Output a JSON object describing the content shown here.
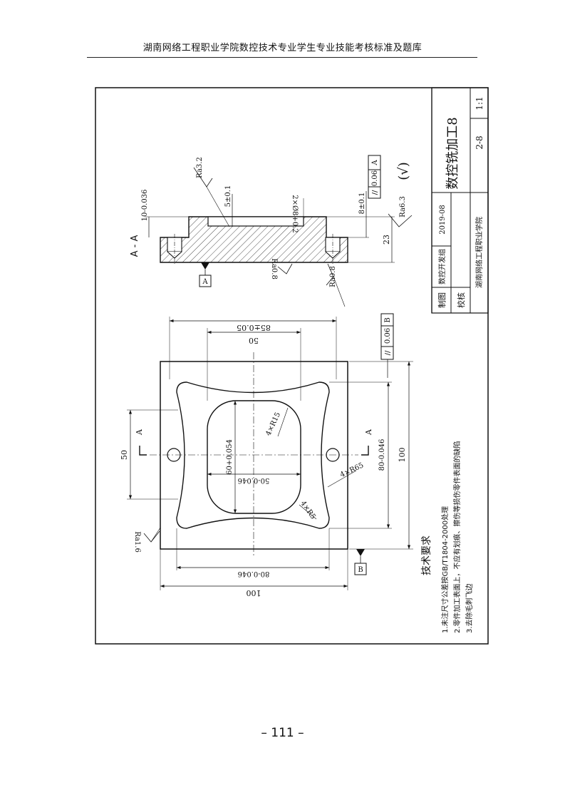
{
  "header": {
    "title": "湖南网络工程职业学院数控技术专业学生专业技能考核标准及题库"
  },
  "footer": {
    "page_number": "– 111 –"
  },
  "title_block": {
    "part_name": "数控铣加工8",
    "scale": "1:1",
    "drawing_no": "2-8",
    "drawn_label": "制图",
    "drawn_by": "数控开发组",
    "date": "2019-08",
    "check_label": "校核",
    "school": "湖南网络工程职业学院"
  },
  "section_view": {
    "label": "A - A",
    "datum_a": "A",
    "ra_top": "Ra3.2",
    "ra_side": "Ra6.3",
    "ra_bottom_1": "Ra0.8",
    "ra_bottom_2": "Ra0.8",
    "general_roughness": "(√)",
    "dim_depth_5": "5±0.1",
    "dim_step_8": "8±0.1",
    "dim_thickness_10": "10-0.036",
    "dim_height_23": "23",
    "dim_holes": "2×Ø8+0.2",
    "tol_parallel_value": "0.06",
    "tol_parallel_datum": "A"
  },
  "plan_view": {
    "dim_85": "85±0.05",
    "dim_50_top": "50",
    "dim_50_left": "50",
    "dim_100_right": "100",
    "dim_80_right": "80-0.046",
    "dim_60": "60+0.054",
    "dim_50_inner": "50-0.046",
    "dim_r15": "4×R15",
    "dim_r65": "4×R65",
    "dim_r5": "4×R5",
    "dim_80_bottom": "80-0.046",
    "dim_100_bottom": "100",
    "ra_left": "Ra1.6",
    "section_mark": "A",
    "datum_b": "B",
    "tol_parallel_value": "0.06",
    "tol_parallel_datum": "B"
  },
  "notes": {
    "title": "技术要求",
    "items": [
      "1.未注尺寸公差按GB/T1804-2000处理",
      "2.零件加工表面上，不应有划痕、擦伤等损伤零件表面的缺陷",
      "3.去除毛刺飞边"
    ]
  }
}
